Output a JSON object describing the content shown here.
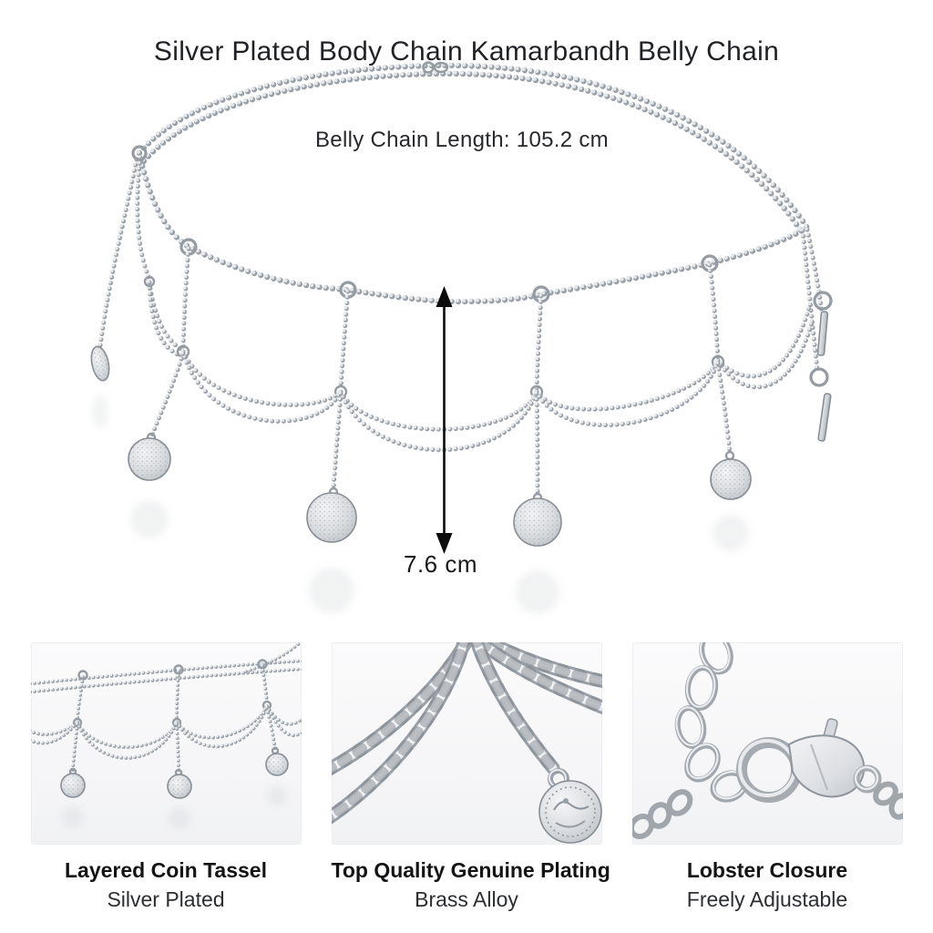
{
  "page": {
    "title": "Silver Plated Body Chain Kamarbandh Belly Chain",
    "background": "#ffffff"
  },
  "annotations": {
    "length_label": "Belly Chain Length: 105.2 cm",
    "drop_label": "7.6 cm"
  },
  "features": [
    {
      "title": "Layered Coin Tassel",
      "subtitle": "Silver Plated"
    },
    {
      "title": "Top Quality Genuine Plating",
      "subtitle": "Brass Alloy"
    },
    {
      "title": "Lobster Closure",
      "subtitle": "Freely Adjustable"
    }
  ],
  "icons": {
    "measure_arrow": "double-headed-vertical-arrow"
  },
  "colors": {
    "background": "#ffffff",
    "text": "#212327",
    "arrow": "#0b0b0b",
    "silver_light": "#e9ebee",
    "silver_mid": "#b9bec5",
    "silver_dark": "#90969d",
    "panel_background": "#f7f7f9"
  }
}
